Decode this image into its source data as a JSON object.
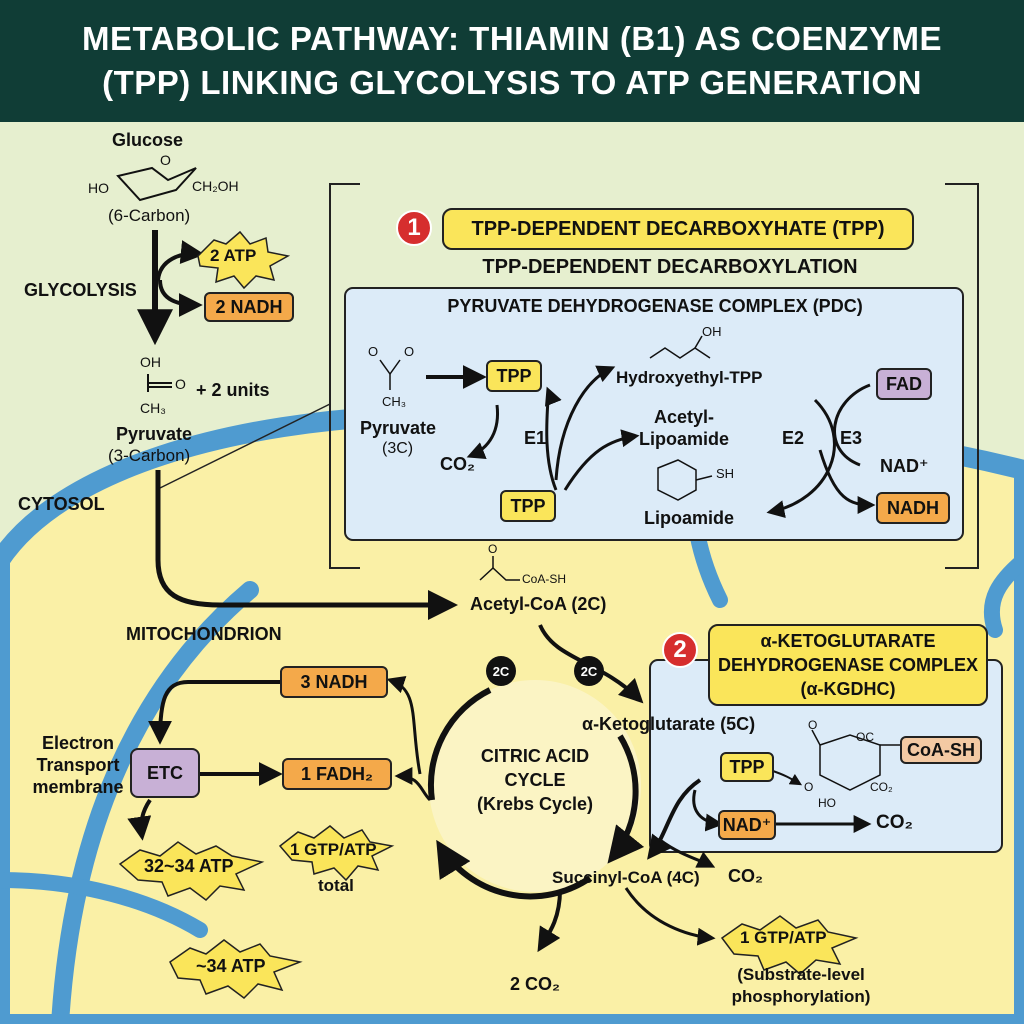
{
  "title": {
    "line1": "METABOLIC PATHWAY: THIAMIN (B1) AS COENZYME",
    "line2": "(TPP) LINKING GLYCOLYSIS TO ATP GENERATION"
  },
  "colors": {
    "title_bg": "#103d36",
    "cytosol_bg": "#e6efcf",
    "mitochondrion_fill": "#faf0a6",
    "membrane": "#4f9bd0",
    "panel_bg": "#dcebf8",
    "tpp_yellow": "#fae55a",
    "nadh_orange": "#f4a94a",
    "fad_purple": "#c8b0d6",
    "step_red": "#d62e2e"
  },
  "glycolysis": {
    "glucose_label": "Glucose",
    "ring_o": "O",
    "ho": "HO",
    "ch2oh": "CH₂OH",
    "glucose_carbons": "(6-Carbon)",
    "atp_burst": "2 ATP",
    "nadh_box": "2 NADH",
    "label": "GLYCOLYSIS",
    "pyruvate_oh": "OH",
    "pyruvate_o": "O",
    "pyruvate_ch3": "CH₃",
    "units": "+ 2 units",
    "pyruvate_label": "Pyruvate",
    "pyruvate_carbons": "(3-Carbon)"
  },
  "regions": {
    "cytosol": "CYTOSOL",
    "mitochondrion": "MITOCHONDRION"
  },
  "step1": {
    "number": "1",
    "banner": "TPP-DEPENDENT DECARBOXYHATE (TPP)",
    "subtitle": "TPP-DEPENDENT DECARBOXYLATION",
    "complex": "PYRUVATE DEHYDROGENASE COMPLEX (PDC)",
    "pyruvate": "Pyruvate",
    "pyruvate_c": "(3C)",
    "pyr_o1": "O",
    "pyr_o2": "O",
    "pyr_ch3": "CH₃",
    "tpp_top": "TPP",
    "tpp_bottom": "TPP",
    "co2": "CO₂",
    "e1": "E1",
    "oh": "OH",
    "hydroxyethyl": "Hydroxyethyl-TPP",
    "acetyl_lipoamide_1": "Acetyl-",
    "acetyl_lipoamide_2": "Lipoamide",
    "sh": "SH",
    "lipoamide": "Lipoamide",
    "e2": "E2",
    "e3": "E3",
    "fad": "FAD",
    "nad": "NAD⁺",
    "nadh": "NADH"
  },
  "acetyl": {
    "o": "O",
    "coa_sh": "CoA-SH",
    "label": "Acetyl-CoA (2C)"
  },
  "step2": {
    "number": "2",
    "banner": [
      "α-KETOGLUTARATE",
      "DEHYDROGENASE COMPLEX",
      "(α-KGDHC)"
    ],
    "akg": "α-Ketoglutarate (5C)",
    "tpp": "TPP",
    "coa_sh": "CoA-SH",
    "nad": "NAD⁺",
    "co2": "CO₂",
    "mol_o": "O",
    "mol_oc": "OC",
    "mol_co2": "CO₂",
    "mol_o2": "O",
    "mol_ho": "HO"
  },
  "cycle": {
    "name": [
      "CITRIC ACID",
      "CYCLE",
      "(Krebs Cycle)"
    ],
    "badge_left": "2C",
    "badge_right": "2C",
    "succinyl": "Succinyl-CoA (4C)",
    "succinyl_co2": "CO₂",
    "bottom_co2": "2 CO₂",
    "gtp_right": "1 GTP/ATP",
    "substrate_level": [
      "(Substrate-level",
      "phosphorylation)"
    ],
    "nadh_3": "3 NADH",
    "fadh2": "1 FADH₂",
    "gtp_left": "1 GTP/ATP",
    "total": "total"
  },
  "etc": {
    "label_lines": [
      "Electron",
      "Transport",
      "membrane"
    ],
    "box": "ETC",
    "atp_big": "32~34 ATP",
    "atp_small": "~34 ATP"
  }
}
